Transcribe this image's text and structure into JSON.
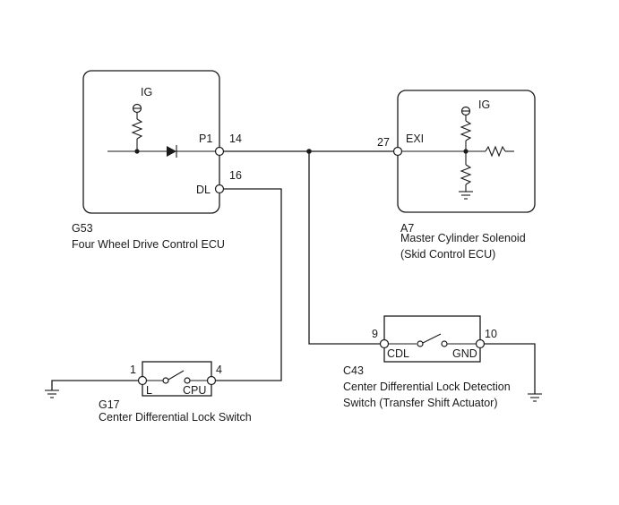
{
  "ecu": {
    "code": "G53",
    "name": "Four Wheel Drive Control ECU",
    "ig_label": "IG",
    "p1_label": "P1",
    "p1_pin": "14",
    "dl_label": "DL",
    "dl_pin": "16"
  },
  "solenoid": {
    "code": "A7",
    "name_line1": "Master Cylinder Solenoid",
    "name_line2": "(Skid Control ECU)",
    "ig_label": "IG",
    "exi_label": "EXI",
    "exi_pin": "27"
  },
  "detect_switch": {
    "code": "C43",
    "name_line1": "Center Differential Lock Detection",
    "name_line2": "Switch (Transfer Shift Actuator)",
    "cdl_label": "CDL",
    "cdl_pin": "9",
    "gnd_label": "GND",
    "gnd_pin": "10"
  },
  "lock_switch": {
    "code": "G17",
    "name": "Center Differential Lock Switch",
    "l_label": "L",
    "l_pin": "1",
    "cpu_label": "CPU",
    "cpu_pin": "4"
  }
}
